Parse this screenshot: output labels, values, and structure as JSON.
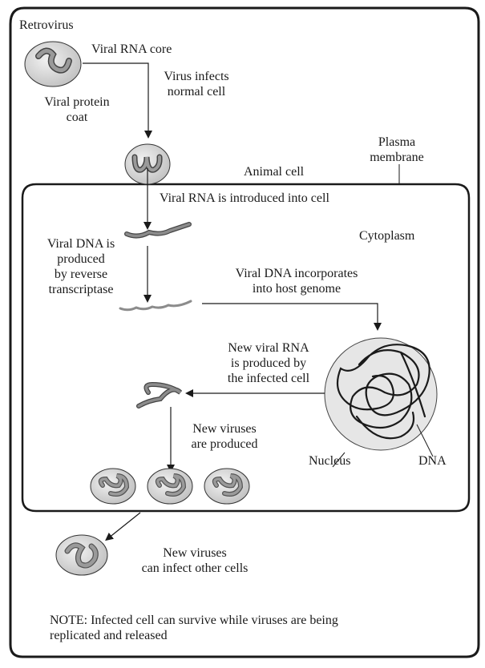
{
  "title": "Retrovirus",
  "labels": {
    "viral_rna_core": "Viral RNA core",
    "viral_protein_coat": [
      "Viral protein",
      "coat"
    ],
    "virus_infects": [
      "Virus infects",
      "normal cell"
    ],
    "plasma_membrane": [
      "Plasma",
      "membrane"
    ],
    "animal_cell": "Animal cell",
    "rna_introduced": "Viral RNA is introduced into cell",
    "cytoplasm": "Cytoplasm",
    "viral_dna_produced": [
      "Viral DNA is",
      "produced",
      "by reverse",
      "transcriptase"
    ],
    "dna_incorporates": [
      "Viral DNA incorporates",
      "into host genome"
    ],
    "new_rna_produced": [
      "New viral RNA",
      "is produced by",
      "the infected cell"
    ],
    "new_viruses_produced": [
      "New viruses",
      "are produced"
    ],
    "nucleus": "Nucleus",
    "dna": "DNA",
    "new_viruses_infect": [
      "New viruses",
      "can infect other cells"
    ],
    "note": [
      "NOTE: Infected cell can survive while viruses are being",
      "replicated and released"
    ]
  },
  "colors": {
    "line": "#1a1a1a",
    "virus_fill": "#d9d9d9",
    "rna_fill": "#8c8c8c",
    "nucleus_fill": "#e6e6e6"
  }
}
